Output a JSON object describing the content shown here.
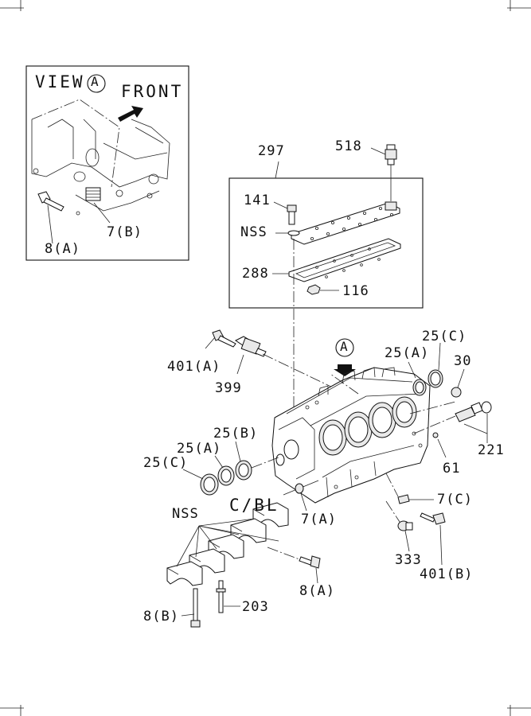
{
  "view_title": "VIEW",
  "view_marker": "A",
  "front_label": "FRONT",
  "callouts": {
    "inset_8a": "8(A)",
    "inset_7b": "7(B)",
    "c297": "297",
    "c518": "518",
    "c141": "141",
    "nss_top": "NSS",
    "c288": "288",
    "c116": "116",
    "marker_a": "A",
    "c25c_right": "25(C)",
    "c25a_right": "25(A)",
    "c30": "30",
    "c401a": "401(A)",
    "c399": "399",
    "c25b": "25(B)",
    "c25a_left": "25(A)",
    "c25c_left": "25(C)",
    "c221": "221",
    "c61": "61",
    "cbl": "C/BL",
    "c7a": "7(A)",
    "c7c": "7(C)",
    "nss_bottom": "NSS",
    "c333": "333",
    "c401b": "401(B)",
    "c8a": "8(A)",
    "c8b": "8(B)",
    "c203": "203"
  }
}
